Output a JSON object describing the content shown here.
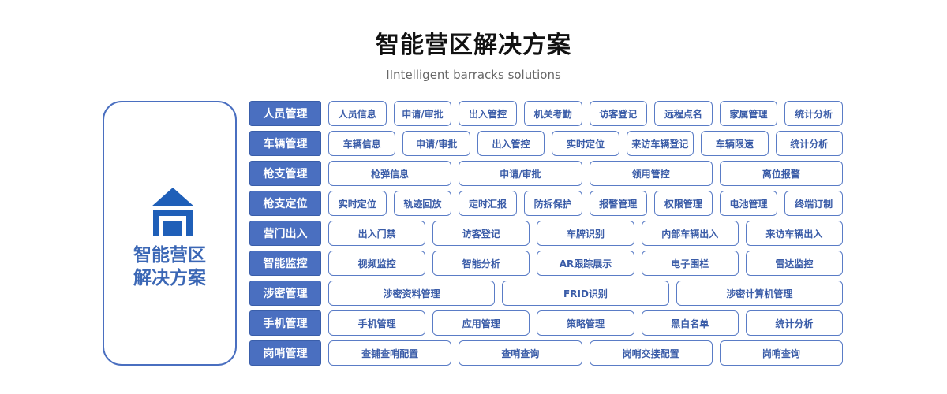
{
  "title": "智能营区解决方案",
  "subtitle": "IIntelligent barracks solutions",
  "left": {
    "line1": "智能营区",
    "line2": "解决方案",
    "icon": "house-icon"
  },
  "rows": [
    {
      "category": "人员管理",
      "items": [
        "人员信息",
        "申请/审批",
        "出入管控",
        "机关考勤",
        "访客登记",
        "远程点名",
        "家属管理",
        "统计分析"
      ]
    },
    {
      "category": "车辆管理",
      "items": [
        "车辆信息",
        "申请/审批",
        "出入管控",
        "实时定位",
        "来访车辆登记",
        "车辆限速",
        "统计分析"
      ]
    },
    {
      "category": "枪支管理",
      "items": [
        "枪弹信息",
        "申请/审批",
        "领用管控",
        "离位报警"
      ]
    },
    {
      "category": "枪支定位",
      "items": [
        "实时定位",
        "轨迹回放",
        "定时汇报",
        "防拆保护",
        "报警管理",
        "权限管理",
        "电池管理",
        "终端订制"
      ]
    },
    {
      "category": "营门出入",
      "items": [
        "出入门禁",
        "访客登记",
        "车牌识别",
        "内部车辆出入",
        "来访车辆出入"
      ]
    },
    {
      "category": "智能监控",
      "items": [
        "视频监控",
        "智能分析",
        "AR跟踪展示",
        "电子围栏",
        "雷达监控"
      ]
    },
    {
      "category": "涉密管理",
      "items": [
        "涉密资料管理",
        "FRID识别",
        "涉密计算机管理"
      ]
    },
    {
      "category": "手机管理",
      "items": [
        "手机管理",
        "应用管理",
        "策略管理",
        "黑白名单",
        "统计分析"
      ]
    },
    {
      "category": "岗哨管理",
      "items": [
        "查铺查哨配置",
        "查哨查询",
        "岗哨交接配置",
        "岗哨查询"
      ]
    }
  ],
  "colors": {
    "primary": "#4a6fc0",
    "text": "#3a5ca8",
    "title": "#111111"
  }
}
